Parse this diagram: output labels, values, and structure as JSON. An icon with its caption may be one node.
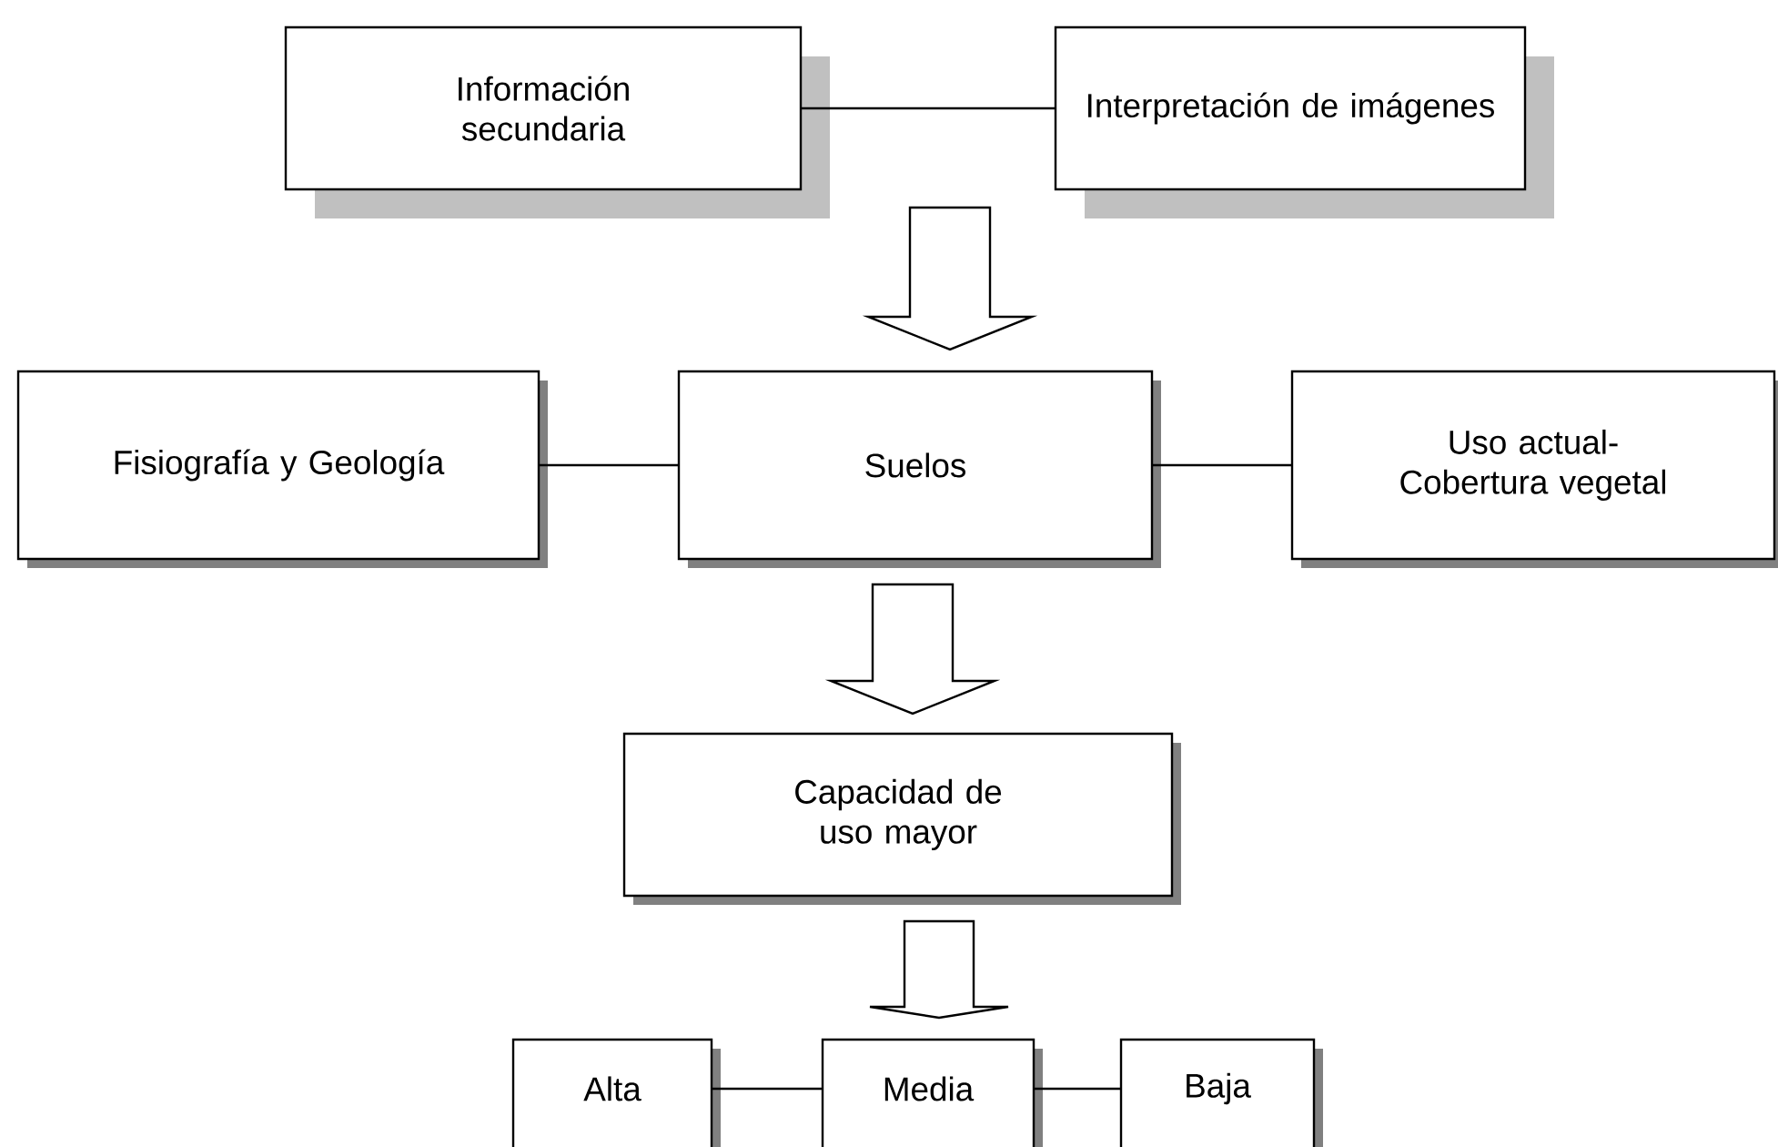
{
  "diagram": {
    "nodes": [
      {
        "text": [
          "Información secundaria"
        ]
      },
      {
        "text": [
          "Interpretación de imágenes"
        ]
      },
      {
        "text": [
          "Fisiografía y Geología"
        ]
      },
      {
        "text": [
          "Suelos"
        ]
      },
      {
        "text": [
          "Uso actual- Cobertura vegetal"
        ]
      },
      {
        "text": [
          "Capacidad de uso mayor"
        ]
      },
      {
        "text": [
          "Alta"
        ]
      },
      {
        "text": [
          "Media"
        ]
      },
      {
        "text": [
          "Baja"
        ]
      }
    ],
    "edges": [
      {
        "from": 0,
        "to": 1,
        "arrow": "none"
      },
      {
        "from": null,
        "to": 3,
        "arrow": "to"
      },
      {
        "from": 2,
        "to": 3,
        "arrow": "none"
      },
      {
        "from": 3,
        "to": 4,
        "arrow": "none"
      },
      {
        "from": 3,
        "to": 5,
        "arrow": "to"
      },
      {
        "from": 6,
        "to": 7,
        "arrow": "none"
      },
      {
        "from": 7,
        "to": 8,
        "arrow": "none"
      },
      {
        "from": 5,
        "to": 7,
        "arrow": "to"
      }
    ]
  }
}
